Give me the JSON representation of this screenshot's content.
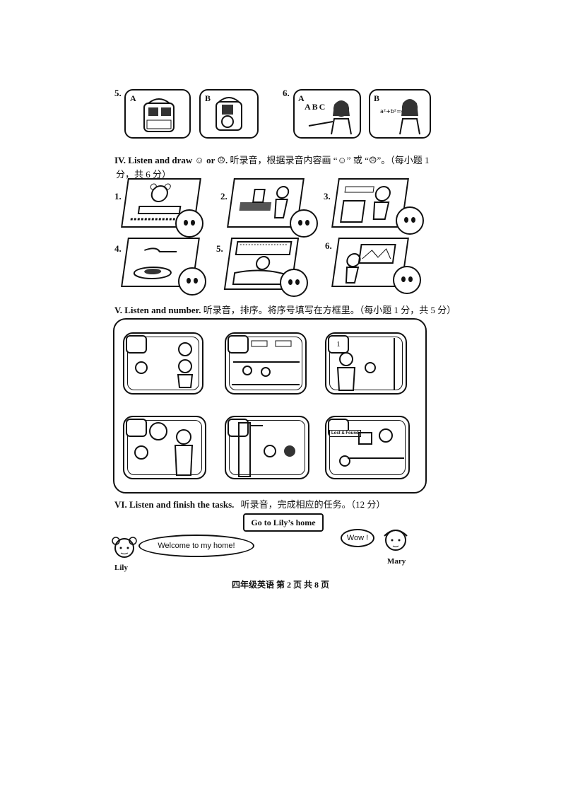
{
  "section_top": {
    "q5": {
      "num": "5.",
      "opt_a": "A",
      "opt_b": "B"
    },
    "q6": {
      "num": "6.",
      "opt_a": "A",
      "opt_b": "B",
      "board_text": "ABC"
    }
  },
  "section4": {
    "heading_en": "IV. Listen and draw ☺ or ☹.",
    "heading_cn": "听录音，根据录音内容画 “☺” 或 “☹”。（每小题 1",
    "heading_cn2": "分，共 6 分）",
    "items": [
      "1.",
      "2.",
      "3.",
      "4.",
      "5.",
      "6."
    ]
  },
  "section5": {
    "heading_en": "V. Listen and number.",
    "heading_cn": "听录音，排序。将序号填写在方框里。（每小题 1 分，共 5 分）",
    "first_number": "1",
    "sign_text": "Lost & Found"
  },
  "section6": {
    "heading_en": "VI. Listen and finish the tasks.",
    "heading_cn": "听录音，完成相应的任务。（12 分）",
    "button_label": "Go to Lily’s home",
    "lily_speech": "Welcome to my home!",
    "lily_name": "Lily",
    "mary_speech": "Wow !",
    "mary_name": "Mary"
  },
  "footer": "四年级英语  第 2 页 共 8 页"
}
